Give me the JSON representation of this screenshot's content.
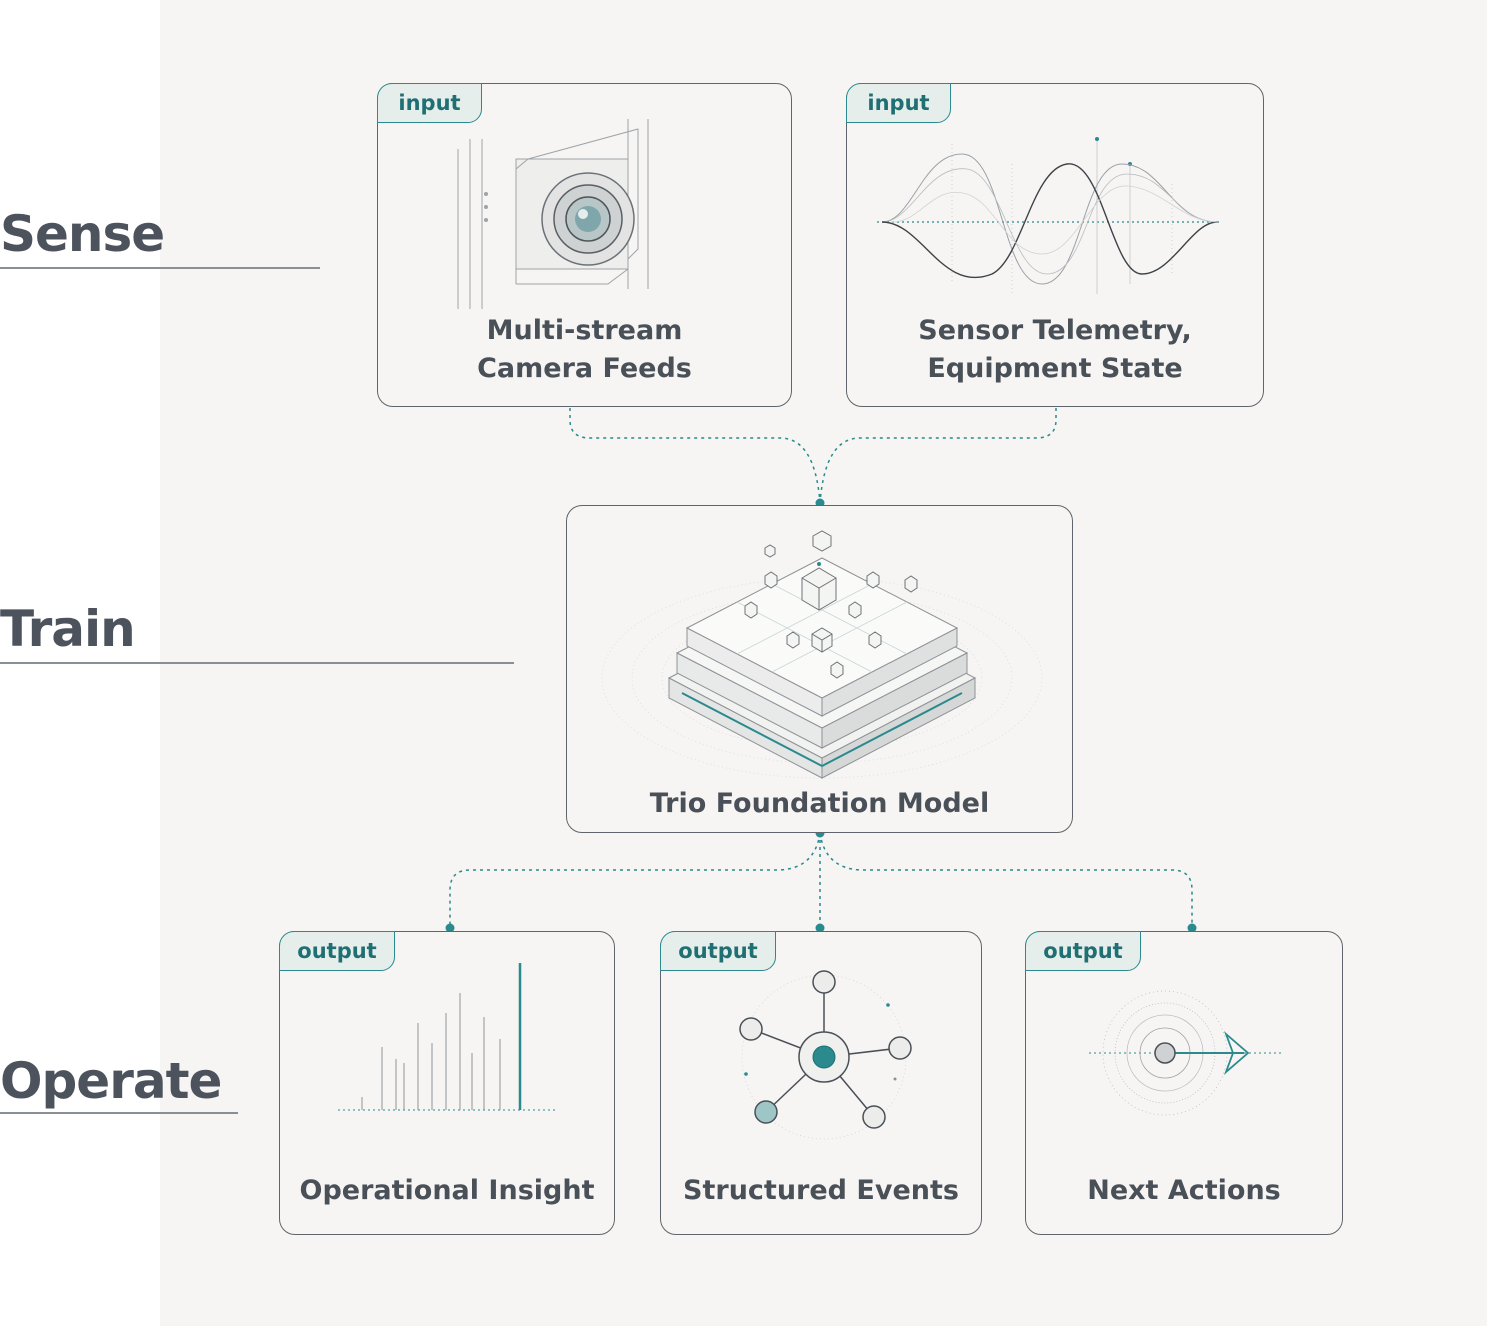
{
  "stages": {
    "sense": "Sense",
    "train": "Train",
    "operate": "Operate"
  },
  "inputs": [
    {
      "tag": "input",
      "line1": "Multi-stream",
      "line2": "Camera Feeds"
    },
    {
      "tag": "input",
      "line1": "Sensor Telemetry,",
      "line2": "Equipment State"
    }
  ],
  "model": {
    "label": "Trio Foundation Model"
  },
  "outputs": [
    {
      "tag": "output",
      "label": "Operational Insight"
    },
    {
      "tag": "output",
      "label": "Structured Events"
    },
    {
      "tag": "output",
      "label": "Next Actions"
    }
  ],
  "colors": {
    "accent": "#2a8a8e",
    "text": "#4d535d",
    "background": "#f6f5f3"
  }
}
